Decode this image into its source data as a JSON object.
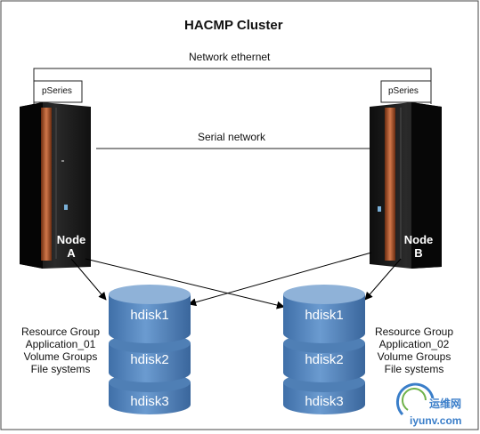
{
  "title": "HACMP Cluster",
  "network_ethernet_label": "Network ethernet",
  "serial_network_label": "Serial network",
  "left_server": {
    "series_label": "pSeries",
    "node_line1": "Node",
    "node_line2": "A"
  },
  "right_server": {
    "series_label": "pSeries",
    "node_line1": "Node",
    "node_line2": "B"
  },
  "left_resource_group": {
    "lines": [
      "Resource Group",
      "Application_01",
      "Volume Groups",
      "File systems"
    ],
    "disks": [
      "hdisk1",
      "hdisk2",
      "hdisk3"
    ]
  },
  "right_resource_group": {
    "lines": [
      "Resource Group",
      "Application_02",
      "Volume Groups",
      "File systems"
    ],
    "disks": [
      "hdisk1",
      "hdisk2",
      "hdisk3"
    ]
  },
  "watermark": {
    "cn": "运维网",
    "domain": "iyunv.com"
  },
  "colors": {
    "disk_fill": "#5a8ac0",
    "disk_top": "#8fb2d8",
    "server_body": "#1a1a1a",
    "server_stripe": "#b05a2a"
  }
}
